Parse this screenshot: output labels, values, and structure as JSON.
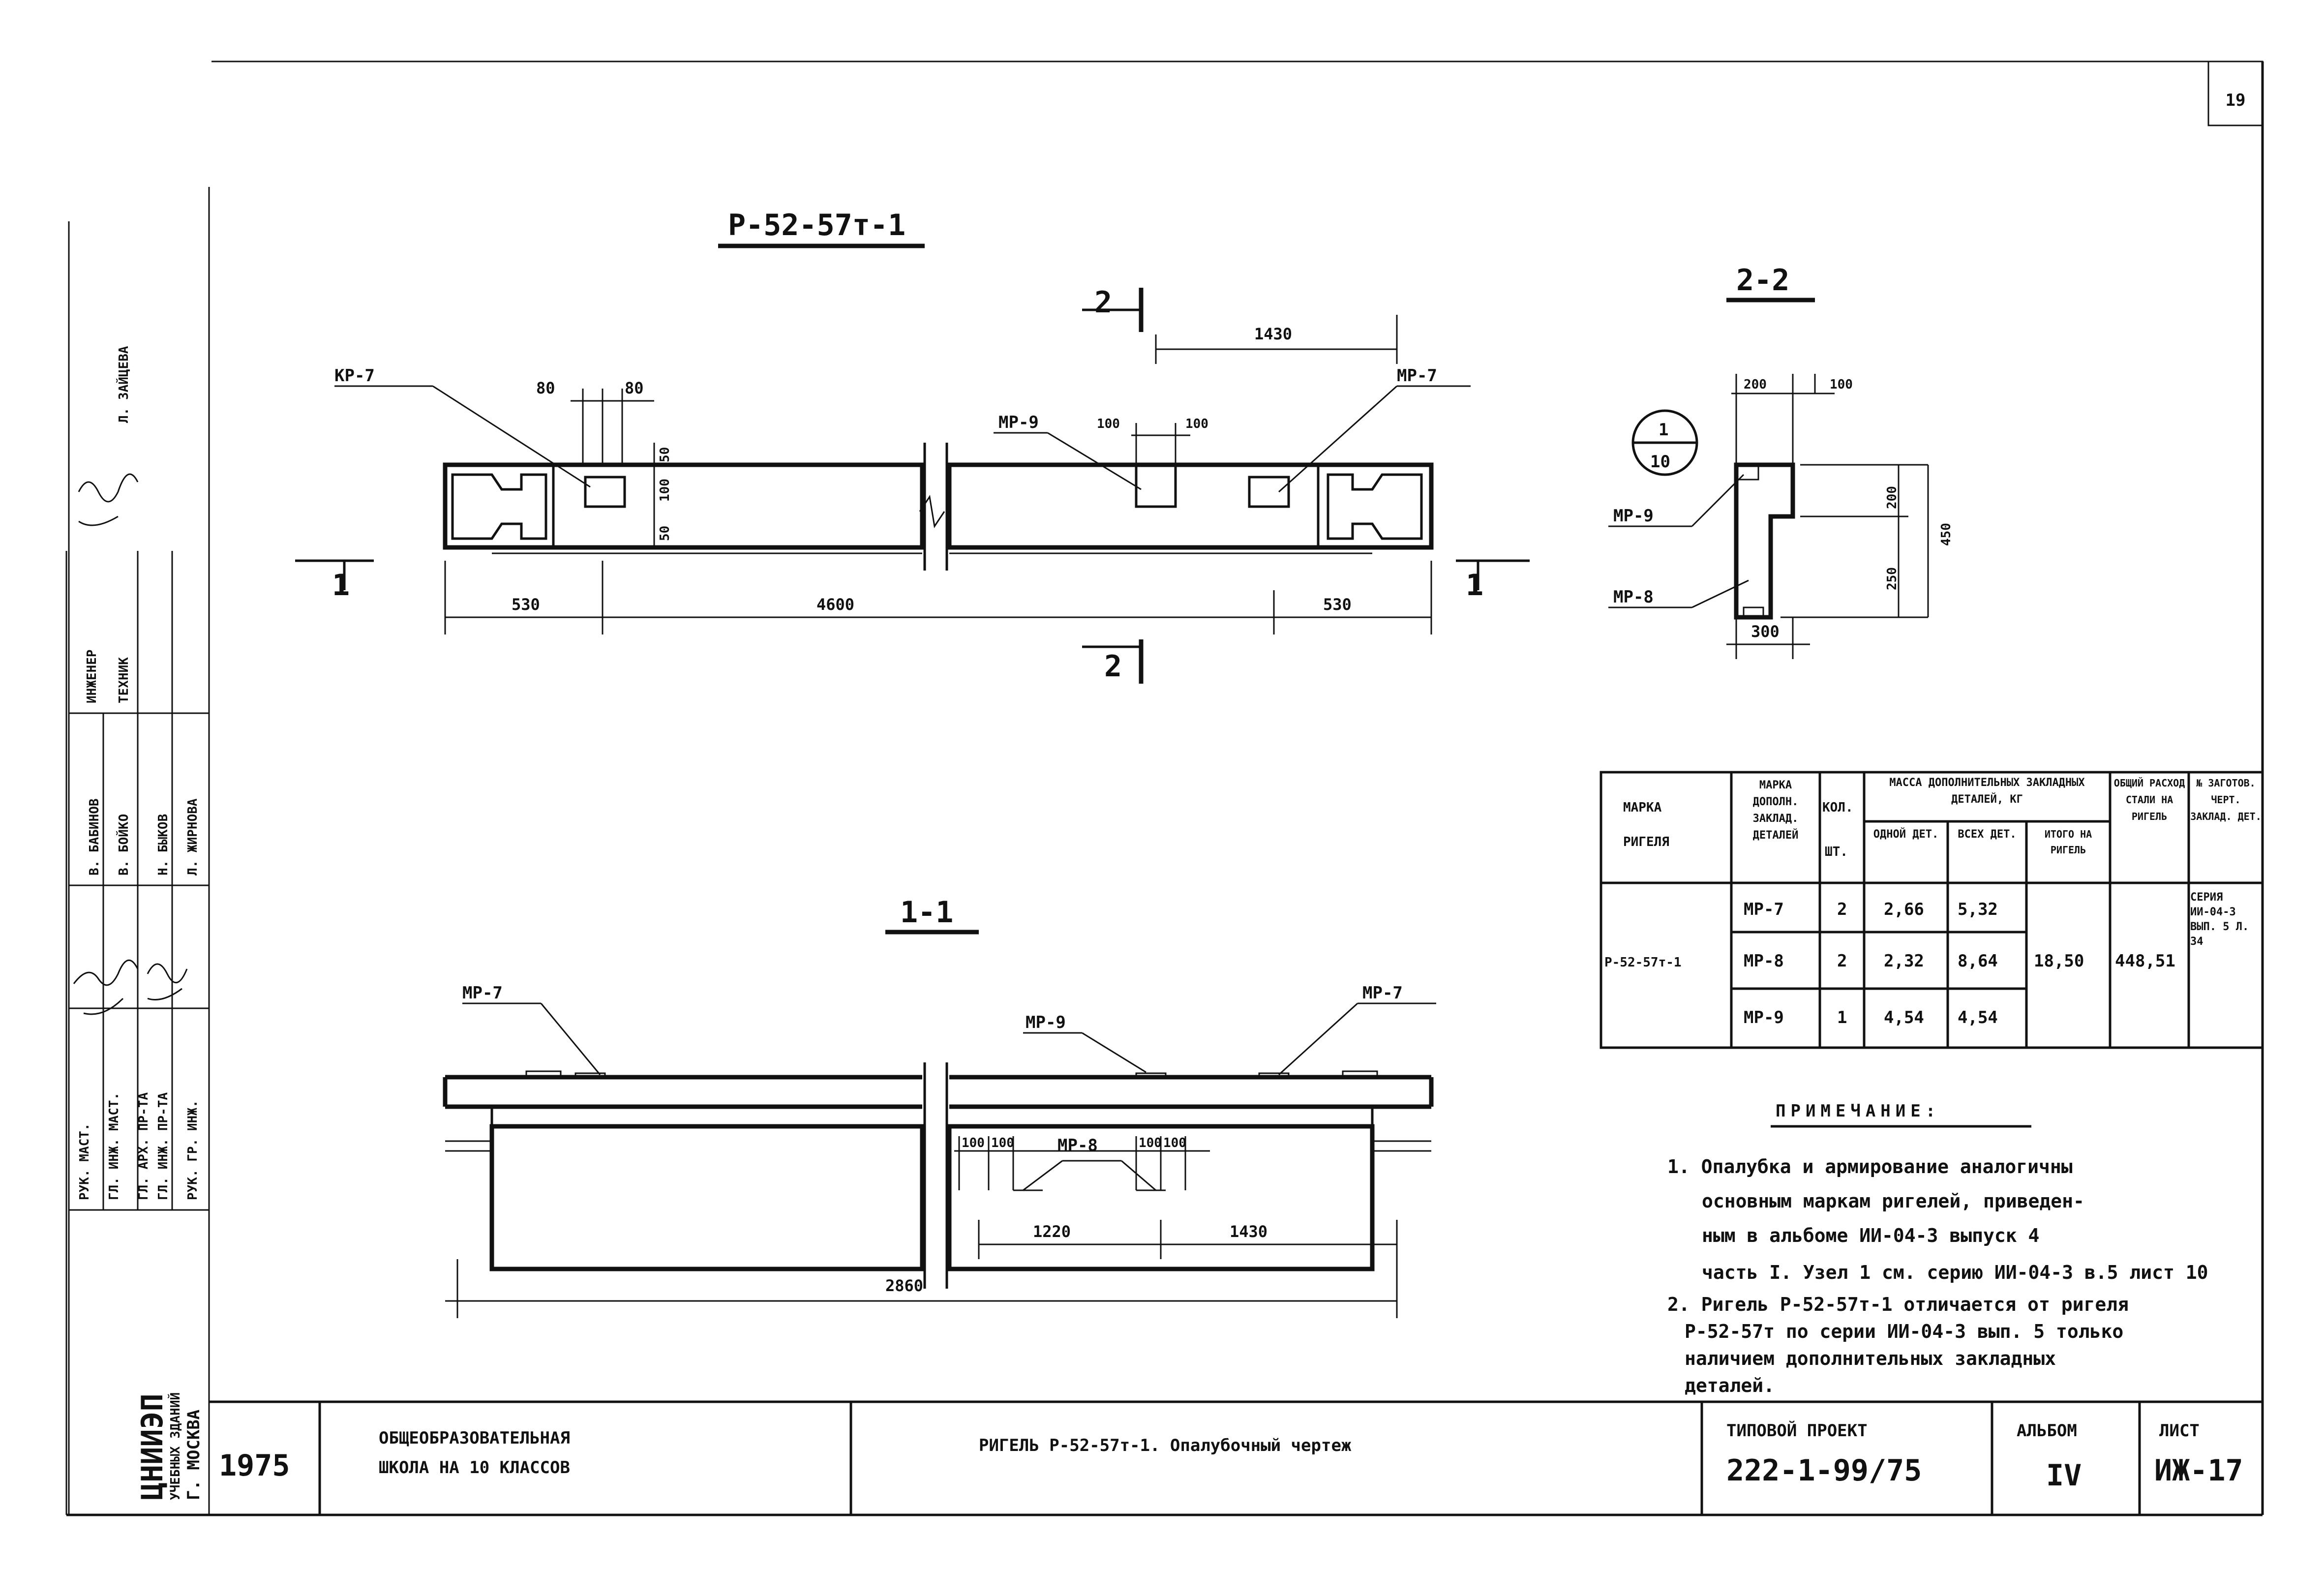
{
  "sheet_number": "19",
  "view_plan": {
    "title": "Р-52-57т-1",
    "section_mark_left": "1",
    "section_mark_right": "1",
    "section_mark_top": "2",
    "section_mark_bottom": "2",
    "labels": [
      "КР-7",
      "МР-9",
      "МР-7"
    ],
    "dims": [
      "80",
      "80",
      "50",
      "100",
      "50",
      "100",
      "100",
      "1430",
      "530",
      "4600",
      "530"
    ]
  },
  "view_section_1": {
    "title": "1-1",
    "labels": [
      "МР-7",
      "МР-9",
      "МР-7",
      "МР-8"
    ],
    "dims": [
      "100",
      "100",
      "100",
      "100",
      "1220",
      "1430",
      "2860"
    ]
  },
  "view_section_2": {
    "title": "2-2",
    "node_num": "1",
    "node_den": "10",
    "labels": [
      "МР-9",
      "МР-8"
    ],
    "dims": [
      "200",
      "100",
      "200",
      "250",
      "450",
      "300"
    ]
  },
  "table": {
    "headers": {
      "col1a": "МАРКА",
      "col1b": "РИГЕЛЯ",
      "col2": "МАРКА ДОПОЛН. ЗАКЛАД. ДЕТАЛЕЙ",
      "col3a": "КОЛ.",
      "col3b": "ШТ.",
      "mass_group": "МАССА ДОПОЛНИТЕЛЬНЫХ ЗАКЛАДНЫХ ДЕТАЛЕЙ, КГ",
      "col4": "ОДНОЙ ДЕТ.",
      "col5": "ВСЕХ ДЕТ.",
      "col6": "ИТОГО НА РИГЕЛЬ",
      "col7": "ОБЩИЙ РАСХОД СТАЛИ НА РИГЕЛЬ",
      "col8": "№ ЗАГОТОВ. ЧЕРТ. ЗАКЛАД. ДЕТ."
    },
    "mark": "Р-52-57т-1",
    "rows": [
      {
        "part": "МР-7",
        "qty": "2",
        "one": "2,66",
        "all": "5,32"
      },
      {
        "part": "МР-8",
        "qty": "2",
        "one": "2,32",
        "all": "8,64"
      },
      {
        "part": "МР-9",
        "qty": "1",
        "one": "4,54",
        "all": "4,54"
      }
    ],
    "total": "18,50",
    "steel": "448,51",
    "ref": "СЕРИЯ ИИ-04-3 ВЫП. 5 Л. 34"
  },
  "notes": {
    "title": "ПРИМЕЧАНИЕ:",
    "lines": [
      "1. Опалубка и армирование аналогичны",
      "основным маркам ригелей, приведен-",
      "ным в альбоме ИИ-04-3 выпуск 4",
      "часть I. Узел 1 см. серию ИИ-04-3 в.5 лист 10",
      "2. Ригель Р-52-57т-1 отличается от ригеля",
      "Р-52-57т по серии ИИ-04-3 вып. 5 только",
      "наличием дополнительных закладных",
      "деталей."
    ]
  },
  "title_block": {
    "year": "1975",
    "object_line1": "ОБЩЕОБРАЗОВАТЕЛЬНАЯ",
    "object_line2": "ШКОЛА НА 10 КЛАССОВ",
    "drawing_title": "РИГЕЛЬ Р-52-57т-1. Опалубочный чертеж",
    "project_label": "ТИПОВОЙ ПРОЕКТ",
    "project_number": "222-1-99/75",
    "album_label": "АЛЬБОМ",
    "album_value": "IV",
    "sheet_label": "ЛИСТ",
    "sheet_value": "ИЖ-17"
  },
  "side_stamp": {
    "org": "ЦНИИЭП",
    "org_sub1": "УЧЕБНЫХ ЗДАНИЙ",
    "org_sub2": "Г. МОСКВА",
    "roles": [
      "РУК. МАСТ.",
      "ГЛ. ИНЖ. МАСТ.",
      "ГЛ. АРХ. ПР-ТА",
      "ГЛ. ИНЖ. ПР-ТА",
      "РУК. ГР. ИНЖ."
    ],
    "names": [
      "В. БАБИНОВ",
      "В. БОЙКО",
      "Н. БЫКОВ",
      "Л. ЖИРНОВА"
    ],
    "extra": [
      "ИНЖЕНЕР",
      "ТЕХНИК",
      "Л. ЗАЙЦЕВА"
    ]
  }
}
